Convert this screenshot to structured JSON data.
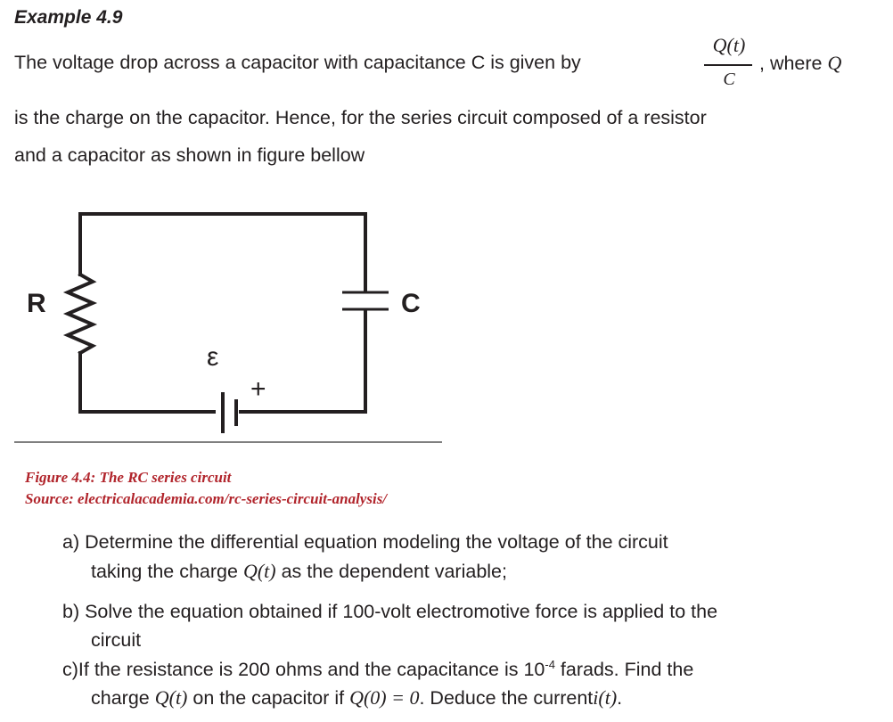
{
  "example": {
    "title": "Example 4.9"
  },
  "intro": {
    "line1_text": "The voltage drop across a capacitor with capacitance C is given by",
    "fraction_numerator": "Q(t)",
    "fraction_denominator": "C",
    "line1_after": ", where",
    "line1_var": "Q",
    "line2": "is the charge on the capacitor. Hence, for the series circuit composed of a resistor",
    "line3": "and a capacitor as shown in figure bellow"
  },
  "circuit": {
    "resistor_label": "R",
    "capacitor_label": "C",
    "emf_label": "ε",
    "plus_label": "+"
  },
  "figure": {
    "caption": "Figure 4.4: The RC series circuit",
    "source": "Source: electricalacademia.com/rc-series-circuit-analysis/"
  },
  "questions": {
    "a_line1": "a) Determine the differential equation modeling the voltage of the circuit",
    "a_line2_before": "taking the charge",
    "a_line2_var": "Q(t)",
    "a_line2_after": "as the dependent variable;",
    "b_line1": "b) Solve the equation obtained if 100-volt electromotive force is applied to the",
    "b_line2": "circuit",
    "c_line1_before": "c)If the resistance is 200 ohms and the capacitance is 10",
    "c_line1_exp": "-4",
    "c_line1_after": " farads. Find the",
    "c_line2_before": "charge",
    "c_line2_var1": "Q(t)",
    "c_line2_mid": "on the capacitor if",
    "c_line2_var2": "Q(0) = 0",
    "c_line2_after": ". Deduce the current",
    "c_line2_var3": "i(t)",
    "c_line2_end": "."
  },
  "colors": {
    "text": "#231f20",
    "caption": "#b1242b",
    "rule": "#7f7f7f"
  }
}
